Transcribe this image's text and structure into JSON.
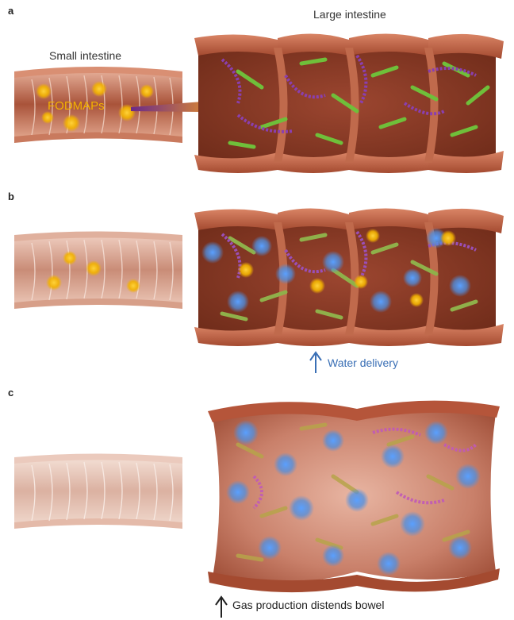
{
  "panels": {
    "a": {
      "letter": "a",
      "small_label": "Small intestine",
      "large_label": "Large intestine",
      "fodmap_label": "FODMAPs"
    },
    "b": {
      "letter": "b",
      "caption": "Water delivery"
    },
    "c": {
      "letter": "c",
      "caption": "Gas production distends bowel"
    }
  },
  "colors": {
    "tissue": "#b5553a",
    "tissue_light": "#e3b3a0",
    "lumen": "#8a3a24",
    "fodmap": "#f2b200",
    "bacteria_green": "#6fbf3a",
    "bacteria_purple": "#8a3fb0",
    "water_blue": "#4f8fe0",
    "arrow": "#e07a1f"
  }
}
